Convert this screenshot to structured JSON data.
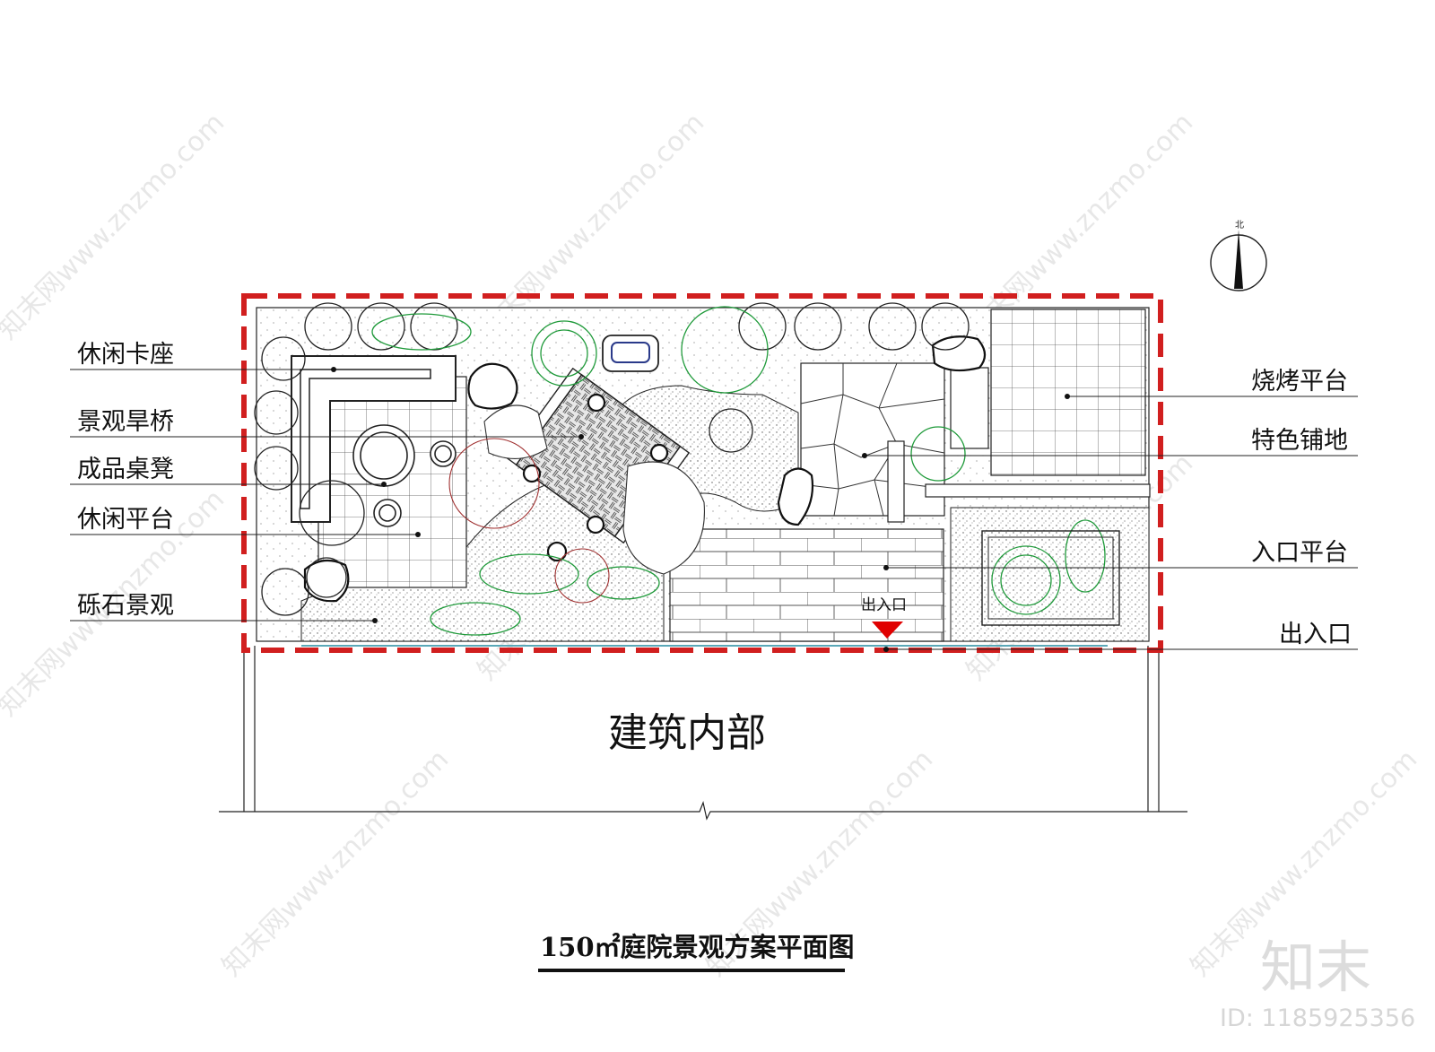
{
  "labels_left": [
    "休闲卡座",
    "景观旱桥",
    "成品桌凳",
    "休闲平台",
    "砾石景观"
  ],
  "labels_right": [
    "烧烤平台",
    "特色铺地",
    "入口平台",
    "出入口"
  ],
  "entrance_marker": "出入口",
  "building_label": "建筑内部",
  "plan_title": "150㎡庭院景观方案平面图",
  "watermark_text": "知末网www.znzmo.com",
  "brand": "知末",
  "image_id": "ID: 1185925356",
  "colors": {
    "boundary": "#d11f1f",
    "planting": "#1f9a3a",
    "marker": "#e00000",
    "line": "#222222"
  },
  "icons": [
    "north-arrow-icon",
    "entrance-triangle-icon"
  ]
}
